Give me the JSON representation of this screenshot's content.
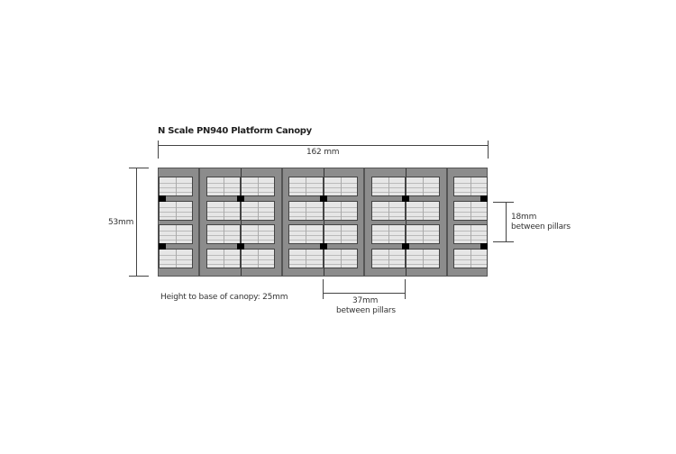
{
  "title": "N Scale PN940 Platform Canopy",
  "dimensions": {
    "width": "162 mm",
    "depth": "53mm",
    "pillar_spacing_depth": "18mm",
    "pillar_spacing_depth_caption": "between pillars",
    "pillar_spacing_length": "37mm",
    "pillar_spacing_length_caption": "between pillars",
    "height_note": "Height to base of canopy: 25mm"
  },
  "colors": {
    "canopy_frame": "#8c8c8c",
    "glazing": "#e6e6e6",
    "pillar": "#000000",
    "outline": "#444444"
  },
  "canopy": {
    "bays": 8,
    "rows": 4,
    "pillar_rows": 2,
    "pillars_per_row": 5
  }
}
